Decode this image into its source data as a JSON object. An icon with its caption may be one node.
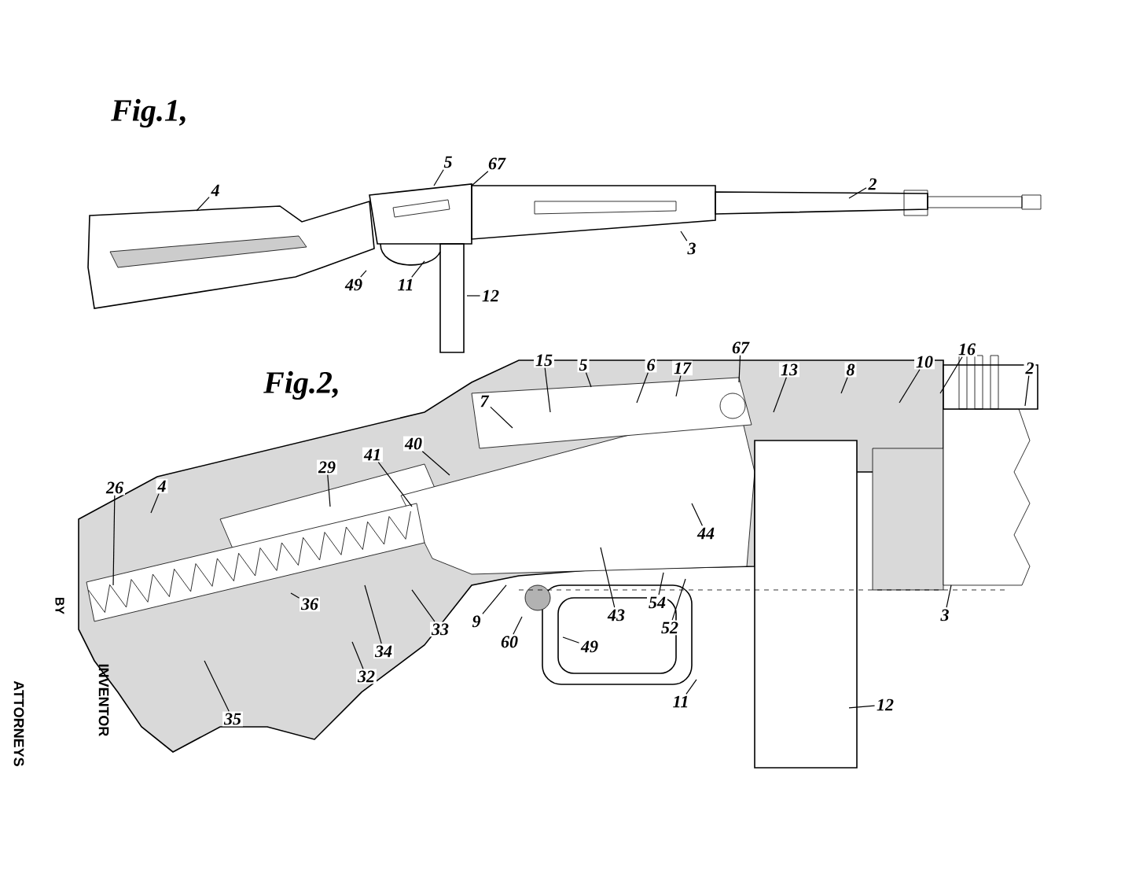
{
  "diagram": {
    "nodes": [
      {
        "text": [
          "4"
        ]
      },
      {
        "text": [
          "5"
        ]
      },
      {
        "text": [
          "67"
        ]
      },
      {
        "text": [
          "2"
        ]
      },
      {
        "text": [
          "3"
        ]
      },
      {
        "text": [
          "49"
        ]
      },
      {
        "text": [
          "11"
        ]
      },
      {
        "text": [
          "12"
        ]
      },
      {
        "text": [
          "15"
        ]
      },
      {
        "text": [
          "5"
        ]
      },
      {
        "text": [
          "6"
        ]
      },
      {
        "text": [
          "17"
        ]
      },
      {
        "text": [
          "67"
        ]
      },
      {
        "text": [
          "13"
        ]
      },
      {
        "text": [
          "8"
        ]
      },
      {
        "text": [
          "10"
        ]
      },
      {
        "text": [
          "16"
        ]
      },
      {
        "text": [
          "2"
        ]
      },
      {
        "text": [
          "7"
        ]
      },
      {
        "text": [
          "40"
        ]
      },
      {
        "text": [
          "41"
        ]
      },
      {
        "text": [
          "29"
        ]
      },
      {
        "text": [
          "26"
        ]
      },
      {
        "text": [
          "4"
        ]
      },
      {
        "text": [
          "36"
        ]
      },
      {
        "text": [
          "33"
        ]
      },
      {
        "text": [
          "34"
        ]
      },
      {
        "text": [
          "32"
        ]
      },
      {
        "text": [
          "35"
        ]
      },
      {
        "text": [
          "9"
        ]
      },
      {
        "text": [
          "60"
        ]
      },
      {
        "text": [
          "44"
        ]
      },
      {
        "text": [
          "43"
        ]
      },
      {
        "text": [
          "54"
        ]
      },
      {
        "text": [
          "52"
        ]
      },
      {
        "text": [
          "49"
        ]
      },
      {
        "text": [
          "11"
        ]
      },
      {
        "text": [
          "12"
        ]
      },
      {
        "text": [
          "3"
        ]
      }
    ],
    "edges": [
      {
        "from": 0,
        "to": null,
        "arrow": "none"
      },
      {
        "from": 1,
        "to": null,
        "arrow": "none"
      },
      {
        "from": 2,
        "to": null,
        "arrow": "none"
      },
      {
        "from": 3,
        "to": null,
        "arrow": "none"
      },
      {
        "from": 4,
        "to": null,
        "arrow": "none"
      },
      {
        "from": 5,
        "to": null,
        "arrow": "none"
      },
      {
        "from": 6,
        "to": null,
        "arrow": "none"
      },
      {
        "from": 7,
        "to": null,
        "arrow": "none"
      },
      {
        "from": 8,
        "to": null,
        "arrow": "none"
      },
      {
        "from": 9,
        "to": null,
        "arrow": "none"
      },
      {
        "from": 10,
        "to": null,
        "arrow": "none"
      },
      {
        "from": 11,
        "to": null,
        "arrow": "none"
      },
      {
        "from": 12,
        "to": null,
        "arrow": "none"
      },
      {
        "from": 13,
        "to": null,
        "arrow": "none"
      },
      {
        "from": 14,
        "to": null,
        "arrow": "none"
      },
      {
        "from": 15,
        "to": null,
        "arrow": "none"
      },
      {
        "from": 16,
        "to": null,
        "arrow": "none"
      },
      {
        "from": 17,
        "to": null,
        "arrow": "none"
      },
      {
        "from": 18,
        "to": null,
        "arrow": "none"
      },
      {
        "from": 19,
        "to": null,
        "arrow": "none"
      },
      {
        "from": 20,
        "to": null,
        "arrow": "none"
      },
      {
        "from": 21,
        "to": null,
        "arrow": "none"
      },
      {
        "from": 22,
        "to": null,
        "arrow": "none"
      },
      {
        "from": 23,
        "to": null,
        "arrow": "none"
      },
      {
        "from": 24,
        "to": null,
        "arrow": "none"
      },
      {
        "from": 25,
        "to": null,
        "arrow": "none"
      },
      {
        "from": 26,
        "to": null,
        "arrow": "none"
      },
      {
        "from": 27,
        "to": null,
        "arrow": "none"
      },
      {
        "from": 28,
        "to": null,
        "arrow": "none"
      },
      {
        "from": 29,
        "to": null,
        "arrow": "none"
      },
      {
        "from": 30,
        "to": null,
        "arrow": "none"
      },
      {
        "from": 31,
        "to": null,
        "arrow": "none"
      },
      {
        "from": 32,
        "to": null,
        "arrow": "none"
      },
      {
        "from": 33,
        "to": null,
        "arrow": "none"
      },
      {
        "from": 34,
        "to": null,
        "arrow": "none"
      },
      {
        "from": 35,
        "to": null,
        "arrow": "none"
      },
      {
        "from": 36,
        "to": null,
        "arrow": "none"
      },
      {
        "from": 37,
        "to": null,
        "arrow": "none"
      },
      {
        "from": 38,
        "to": null,
        "arrow": "none"
      }
    ],
    "labels": [
      "Fig.1,",
      "Fig.2,",
      "BY",
      "INVENTOR",
      "ATTORNEYS"
    ]
  }
}
